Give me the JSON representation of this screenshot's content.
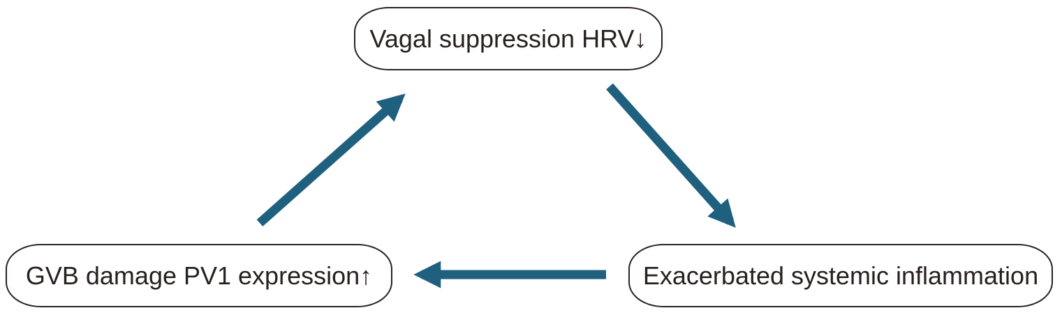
{
  "diagram": {
    "type": "cycle",
    "nodes": [
      {
        "id": "vagal",
        "label": "Vagal suppression HRV↓",
        "position": "top"
      },
      {
        "id": "inflammation",
        "label": "Exacerbated systemic inflammation",
        "position": "bottom-right"
      },
      {
        "id": "gvb",
        "label": "GVB damage PV1 expression↑",
        "position": "bottom-left"
      }
    ],
    "edges": [
      {
        "from": "vagal",
        "to": "inflammation",
        "direction": "down-right"
      },
      {
        "from": "inflammation",
        "to": "gvb",
        "direction": "left"
      },
      {
        "from": "gvb",
        "to": "vagal",
        "direction": "up-right"
      }
    ],
    "colors": {
      "arrow": "#20607f",
      "node_border": "#2a211f",
      "text": "#27201e",
      "background": "#ffffff"
    }
  }
}
